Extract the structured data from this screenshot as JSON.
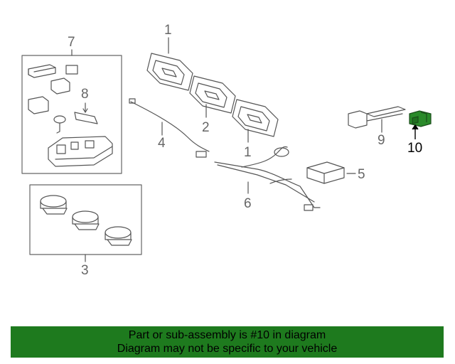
{
  "diagram": {
    "callouts": {
      "c1a": "1",
      "c1b": "1",
      "c2": "2",
      "c3": "3",
      "c4": "4",
      "c5": "5",
      "c6": "6",
      "c7": "7",
      "c8": "8",
      "c9": "9",
      "c10": "10"
    },
    "highlight_color": "#2a8a2a",
    "line_color": "#555555"
  },
  "banner": {
    "line1": "Part or sub-assembly is #10 in diagram",
    "line2": "Diagram may not be specific to your vehicle",
    "background": "#1e7a1e"
  }
}
